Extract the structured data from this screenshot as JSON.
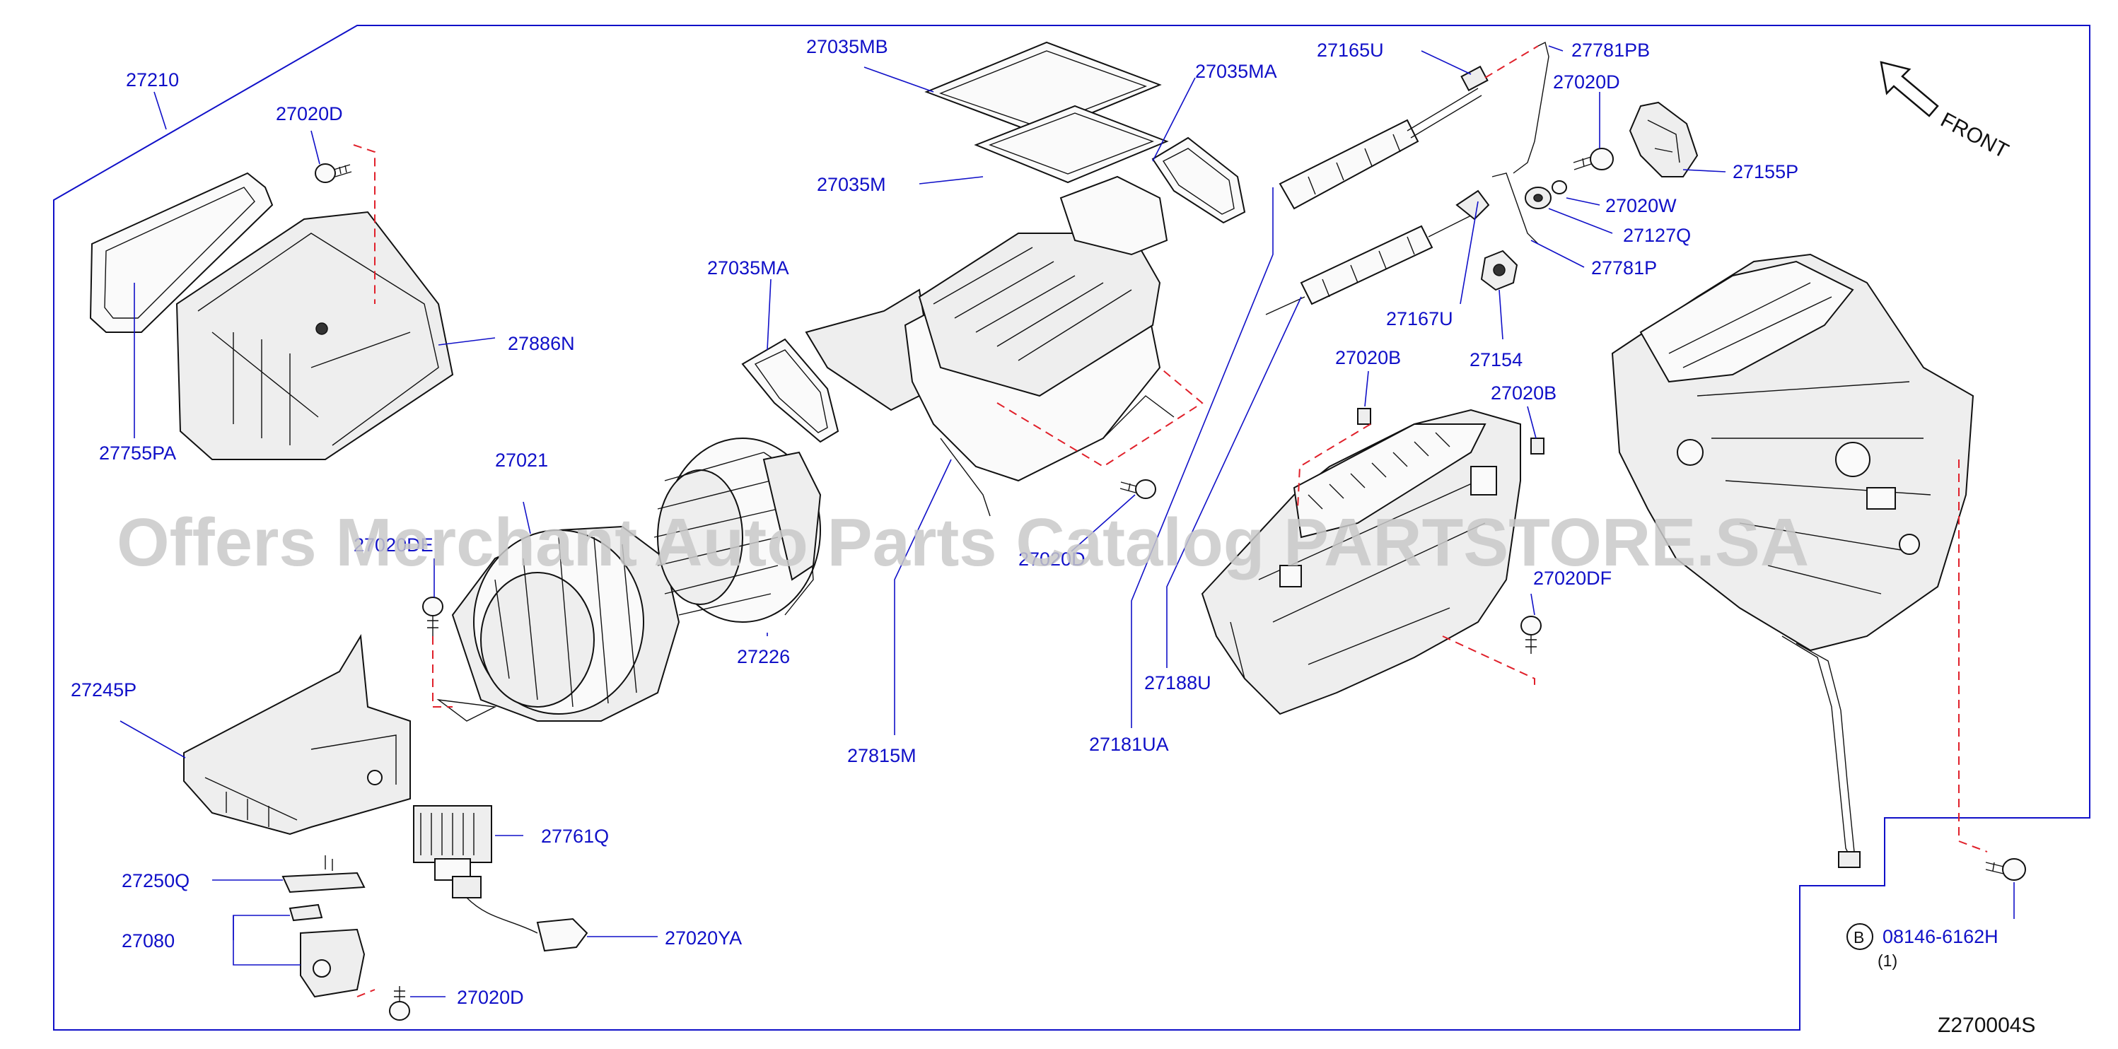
{
  "diagram": {
    "drawing_code": "Z270004S",
    "front_label": "FRONT",
    "watermark": "Offers Merchant Auto Parts Catalog PARTSTORE.SA",
    "note_symbol": "B",
    "note_part": "08146-6162H",
    "note_qty": "(1)",
    "labels": [
      "27210",
      "27020D",
      "27886N",
      "27755PA",
      "27021",
      "27020DE",
      "27245P",
      "27761Q",
      "27250Q",
      "27080",
      "27020YA",
      "27020D",
      "27035MB",
      "27035M",
      "27035MA",
      "27035MA",
      "27226",
      "27020D",
      "27815M",
      "27165U",
      "27781PB",
      "27020D",
      "27155P",
      "27020W",
      "27127Q",
      "27781P",
      "27167U",
      "27154",
      "27020B",
      "27020B",
      "27020DF",
      "27188U",
      "27181UA"
    ]
  }
}
